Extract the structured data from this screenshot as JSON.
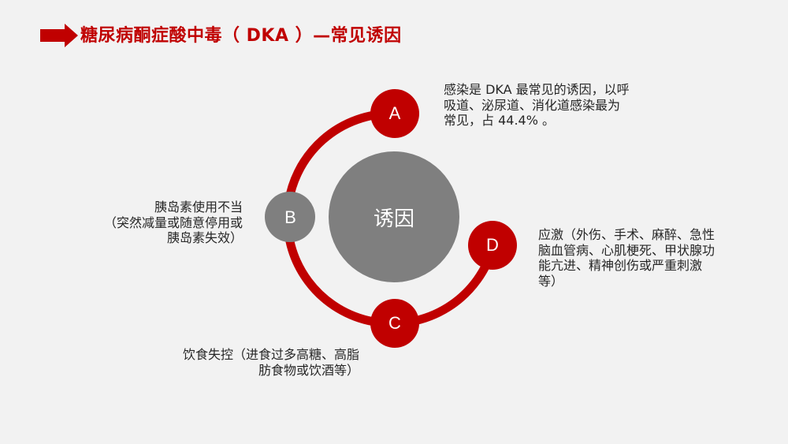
{
  "header": {
    "title": "糖尿病酮症酸中毒（ DKA ）—常见诱因",
    "arrow_icon": "right-arrow-icon",
    "accent_color": "#C00000"
  },
  "diagram": {
    "center": {
      "label": "诱因",
      "color": "#7F7F7F"
    },
    "ring_color": "#C00000",
    "nodes": [
      {
        "id": "A",
        "letter": "A",
        "color": "#C00000",
        "description_lines": [
          "感染是 DKA 最常见的诱因，以呼",
          "吸道、泌尿道、消化道感染最为",
          "常见，占 44.4% 。"
        ]
      },
      {
        "id": "B",
        "letter": "B",
        "color": "#7F7F7F",
        "description_lines": [
          "胰岛素使用不当",
          "（突然减量或随意停用或",
          "胰岛素失效）"
        ]
      },
      {
        "id": "C",
        "letter": "C",
        "color": "#C00000",
        "description_lines": [
          "饮食失控（进食过多高糖、高脂",
          "肪食物或饮酒等）"
        ]
      },
      {
        "id": "D",
        "letter": "D",
        "color": "#C00000",
        "description_lines": [
          "应激（外伤、手术、麻醉、急性",
          "脑血管病、心肌梗死、甲状腺功",
          "能亢进、精神创伤或严重刺激",
          "等）"
        ]
      }
    ]
  },
  "colors": {
    "background": "#F2F2F2",
    "text": "#262626",
    "red": "#C00000",
    "gray": "#7F7F7F"
  }
}
